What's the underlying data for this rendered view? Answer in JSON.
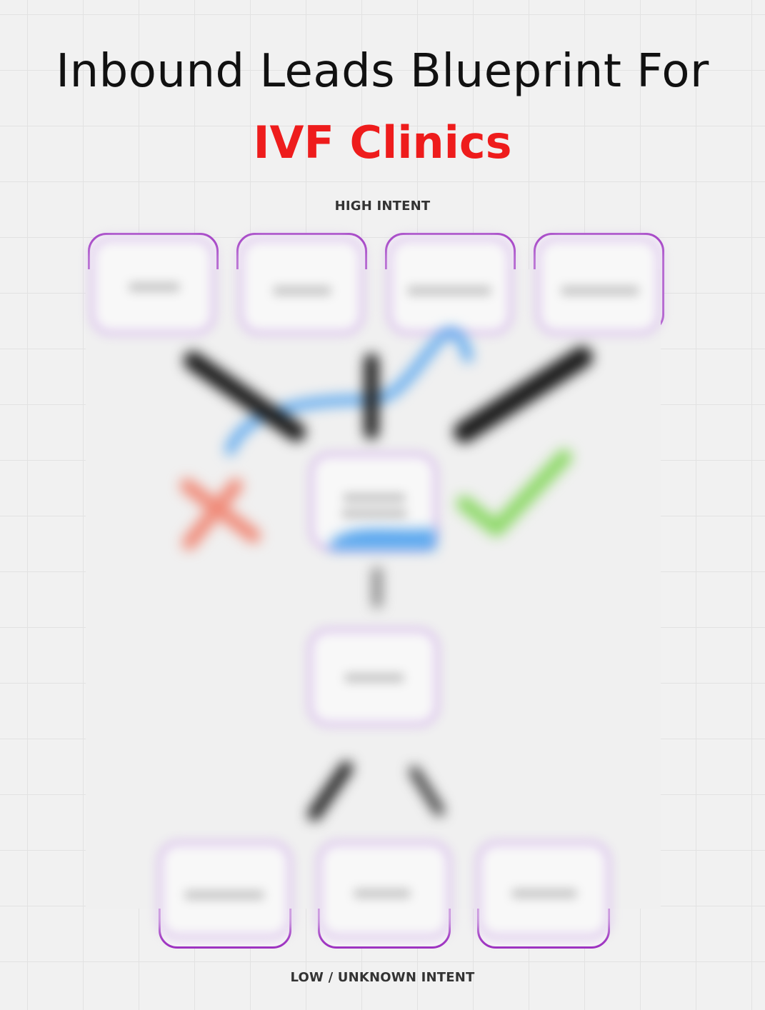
{
  "title": {
    "line1": "Inbound Leads Blueprint For",
    "line2": "IVF Clinics",
    "line2_color": "#ee1c1c"
  },
  "labels": {
    "high_intent": "HIGH INTENT",
    "low_intent": "LOW / UNKNOWN INTENT"
  },
  "colors": {
    "box_border": "#9b2bbf",
    "blurred_box_border": "#dcc6ec",
    "arrow": "#1a1a1a",
    "blue_path": "#5aa7ee",
    "cross": "#f08a78",
    "check": "#8fd96a"
  },
  "icons": {
    "reject": "cross-icon",
    "accept": "check-icon"
  }
}
